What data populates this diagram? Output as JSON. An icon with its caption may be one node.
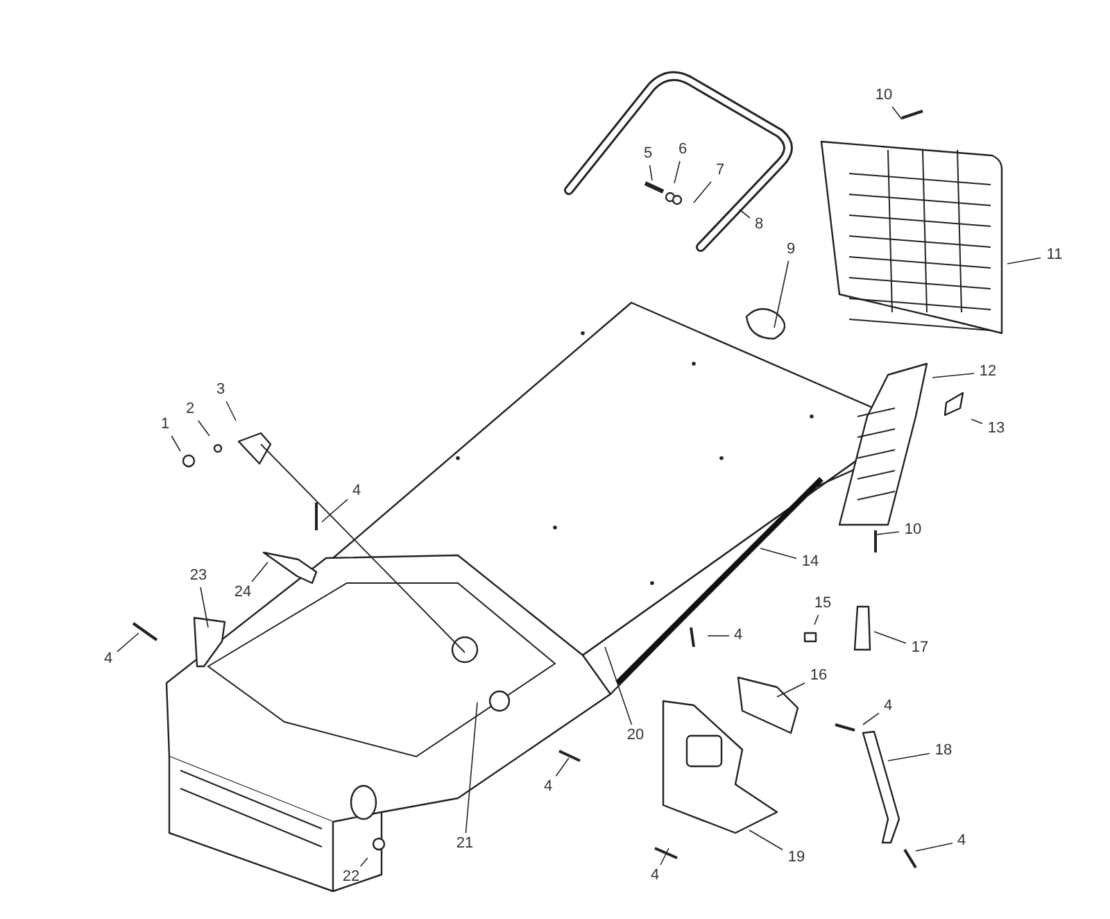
{
  "diagram": {
    "nodes": [
      {
        "text": [
          "1"
        ]
      },
      {
        "text": [
          "2"
        ]
      },
      {
        "text": [
          "3"
        ]
      },
      {
        "text": [
          "4"
        ]
      },
      {
        "text": [
          "5"
        ]
      },
      {
        "text": [
          "6"
        ]
      },
      {
        "text": [
          "7"
        ]
      },
      {
        "text": [
          "8"
        ]
      },
      {
        "text": [
          "9"
        ]
      },
      {
        "text": [
          "10"
        ]
      },
      {
        "text": [
          "11"
        ]
      },
      {
        "text": [
          "12"
        ]
      },
      {
        "text": [
          "13"
        ]
      },
      {
        "text": [
          "10"
        ]
      },
      {
        "text": [
          "14"
        ]
      },
      {
        "text": [
          "4"
        ]
      },
      {
        "text": [
          "15"
        ]
      },
      {
        "text": [
          "17"
        ]
      },
      {
        "text": [
          "16"
        ]
      },
      {
        "text": [
          "4"
        ]
      },
      {
        "text": [
          "18"
        ]
      },
      {
        "text": [
          "20"
        ]
      },
      {
        "text": [
          "21"
        ]
      },
      {
        "text": [
          "4"
        ]
      },
      {
        "text": [
          "19"
        ]
      },
      {
        "text": [
          "4"
        ]
      },
      {
        "text": [
          "4"
        ]
      },
      {
        "text": [
          "22"
        ]
      },
      {
        "text": [
          "23"
        ]
      },
      {
        "text": [
          "24"
        ]
      },
      {
        "text": [
          "4"
        ]
      }
    ],
    "edges": [
      {
        "from": 0,
        "to": null,
        "arrow": "none"
      },
      {
        "from": 1,
        "to": null,
        "arrow": "none"
      },
      {
        "from": 2,
        "to": null,
        "arrow": "none"
      },
      {
        "from": 3,
        "to": null,
        "arrow": "none"
      },
      {
        "from": 4,
        "to": null,
        "arrow": "none"
      },
      {
        "from": 5,
        "to": null,
        "arrow": "none"
      },
      {
        "from": 6,
        "to": null,
        "arrow": "none"
      },
      {
        "from": 7,
        "to": null,
        "arrow": "none"
      },
      {
        "from": 8,
        "to": null,
        "arrow": "none"
      },
      {
        "from": 9,
        "to": null,
        "arrow": "none"
      },
      {
        "from": 10,
        "to": null,
        "arrow": "none"
      },
      {
        "from": 11,
        "to": null,
        "arrow": "none"
      },
      {
        "from": 12,
        "to": null,
        "arrow": "none"
      },
      {
        "from": 13,
        "to": null,
        "arrow": "none"
      },
      {
        "from": 14,
        "to": null,
        "arrow": "none"
      },
      {
        "from": 15,
        "to": null,
        "arrow": "none"
      },
      {
        "from": 16,
        "to": null,
        "arrow": "none"
      },
      {
        "from": 17,
        "to": null,
        "arrow": "none"
      },
      {
        "from": 18,
        "to": null,
        "arrow": "none"
      },
      {
        "from": 19,
        "to": null,
        "arrow": "none"
      },
      {
        "from": 20,
        "to": null,
        "arrow": "none"
      },
      {
        "from": 21,
        "to": null,
        "arrow": "none"
      },
      {
        "from": 22,
        "to": null,
        "arrow": "none"
      },
      {
        "from": 23,
        "to": null,
        "arrow": "none"
      },
      {
        "from": 24,
        "to": null,
        "arrow": "none"
      },
      {
        "from": 25,
        "to": null,
        "arrow": "none"
      },
      {
        "from": 26,
        "to": null,
        "arrow": "none"
      },
      {
        "from": 27,
        "to": null,
        "arrow": "none"
      },
      {
        "from": 28,
        "to": null,
        "arrow": "none"
      },
      {
        "from": 29,
        "to": null,
        "arrow": "none"
      },
      {
        "from": 30,
        "to": null,
        "arrow": "none"
      }
    ]
  }
}
